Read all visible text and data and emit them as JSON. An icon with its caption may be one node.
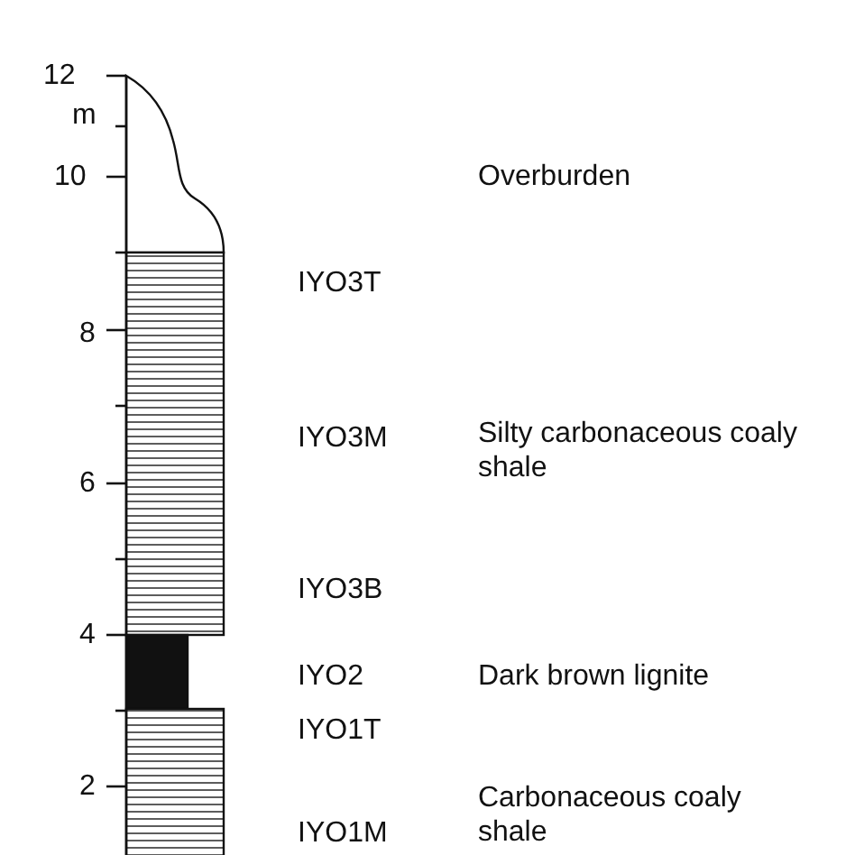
{
  "diagram": {
    "labels": [
      "12",
      "m",
      "10",
      "Overburden",
      "IYO3T",
      "8",
      "IYO3M",
      "Silty carbonaceous coaly shale",
      "6",
      "IYO3B",
      "4",
      "IYO2",
      "Dark brown lignite",
      "IYO1T",
      "2",
      "IYO1M",
      "Carbonaceous coaly shale"
    ]
  }
}
